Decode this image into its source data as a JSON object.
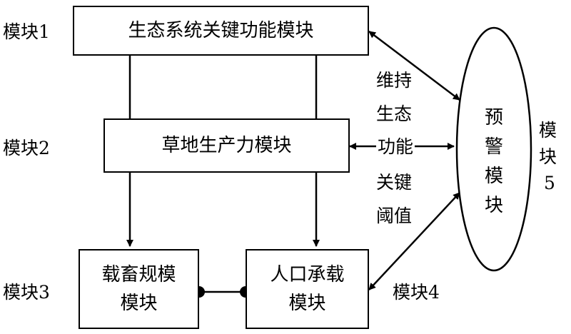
{
  "module_labels": {
    "m1": "模块1",
    "m2": "模块2",
    "m3": "模块3",
    "m4": "模块4",
    "m5_line1": "模",
    "m5_line2": "块",
    "m5_line3": "5"
  },
  "boxes": {
    "ecosystem": "生态系统关键功能模块",
    "grassland": "草地生产力模块",
    "livestock_line1": "载畜规模",
    "livestock_line2": "模块",
    "population_line1": "人口承载",
    "population_line2": "模块",
    "warning": [
      "预",
      "警",
      "模",
      "块"
    ]
  },
  "threshold_label": [
    "维持",
    "生态",
    "功能",
    "关键",
    "阈值"
  ],
  "colors": {
    "stroke": "#000000",
    "background": "#ffffff"
  }
}
